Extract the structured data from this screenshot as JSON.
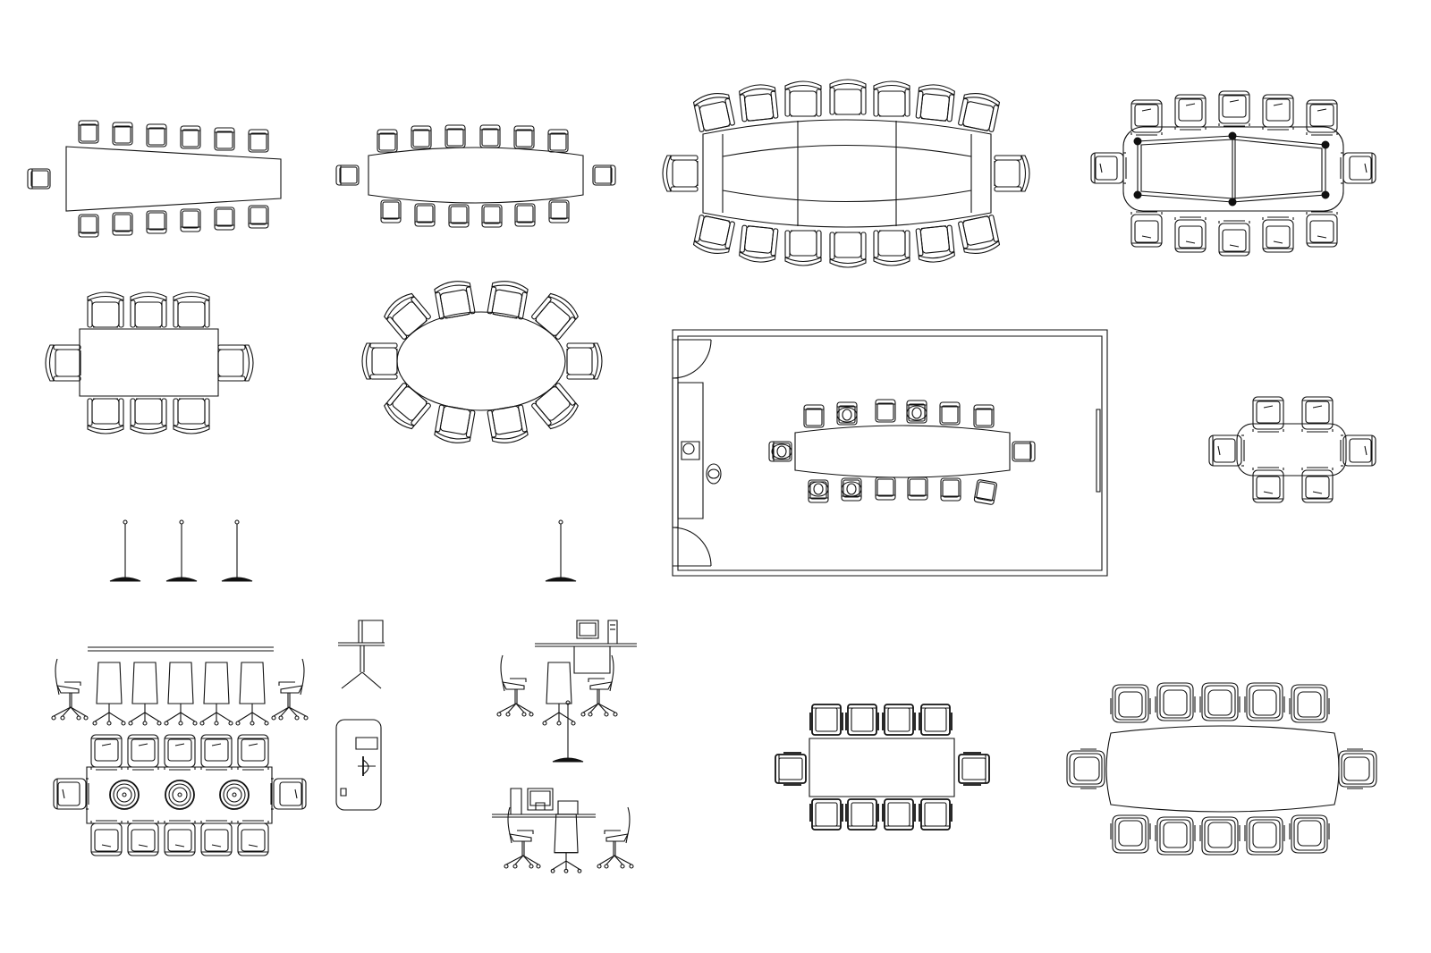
{
  "drawing": {
    "background": "#ffffff",
    "line_color": "#111111",
    "blocks": [
      {
        "name": "trapezoid-table-14"
      },
      {
        "name": "boat-table-14"
      },
      {
        "name": "executive-boat-table-16"
      },
      {
        "name": "frame-table-12"
      },
      {
        "name": "rect-table-10"
      },
      {
        "name": "oval-table-10"
      },
      {
        "name": "conference-room-plan"
      },
      {
        "name": "small-table-8"
      },
      {
        "name": "floor-lamps"
      },
      {
        "name": "elevation-long-table"
      },
      {
        "name": "elevation-pedestal-table"
      },
      {
        "name": "elevation-workstation"
      },
      {
        "name": "rect-table-12-speakers"
      },
      {
        "name": "lectern"
      },
      {
        "name": "elevation-desk-computer"
      },
      {
        "name": "rect-table-10b"
      },
      {
        "name": "barrel-table-12"
      }
    ]
  }
}
